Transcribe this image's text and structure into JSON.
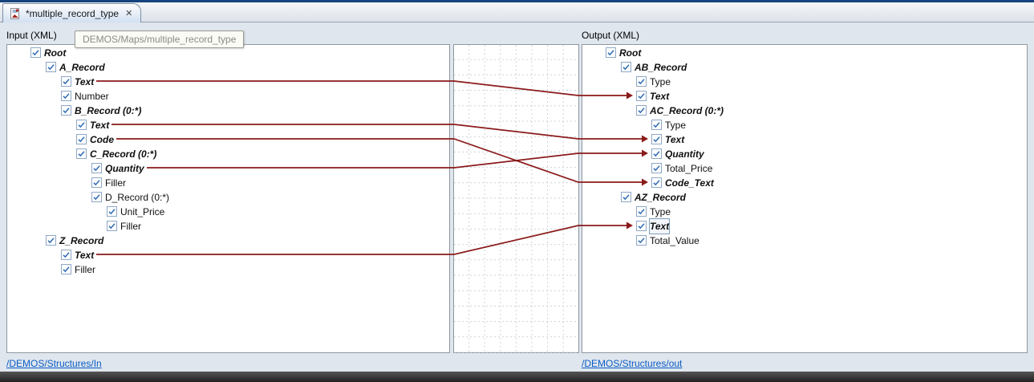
{
  "tab": {
    "title": "*multiple_record_type"
  },
  "icons": {
    "tab_close": "✕"
  },
  "tooltip": "DEMOS/Maps/multiple_record_type",
  "panels": {
    "input": {
      "label": "Input (XML)",
      "footer_link": "/DEMOS/Structures/In"
    },
    "output": {
      "label": "Output (XML)",
      "footer_link": "/DEMOS/Structures/out"
    }
  },
  "colors": {
    "mapping_line": "#8b1a1a",
    "link": "#0b5cc4",
    "tab_frame": "#16437e"
  },
  "input_tree": [
    {
      "label": "Root",
      "indent": 0,
      "bold": true
    },
    {
      "label": "A_Record",
      "indent": 1,
      "bold": true
    },
    {
      "label": "Text",
      "indent": 2,
      "bold": true,
      "mapped": true
    },
    {
      "label": "Number",
      "indent": 2,
      "bold": false
    },
    {
      "label": "B_Record (0:*)",
      "indent": 2,
      "bold": true
    },
    {
      "label": "Text",
      "indent": 3,
      "bold": true,
      "mapped": true
    },
    {
      "label": "Code",
      "indent": 3,
      "bold": true,
      "mapped": true
    },
    {
      "label": "C_Record (0:*)",
      "indent": 3,
      "bold": true
    },
    {
      "label": "Quantity",
      "indent": 4,
      "bold": true,
      "mapped": true
    },
    {
      "label": "Filler",
      "indent": 4,
      "bold": false
    },
    {
      "label": "D_Record (0:*)",
      "indent": 4,
      "bold": false
    },
    {
      "label": "Unit_Price",
      "indent": 5,
      "bold": false
    },
    {
      "label": "Filler",
      "indent": 5,
      "bold": false
    },
    {
      "label": "Z_Record",
      "indent": 1,
      "bold": true
    },
    {
      "label": "Text",
      "indent": 2,
      "bold": true,
      "mapped": true
    },
    {
      "label": "Filler",
      "indent": 2,
      "bold": false
    }
  ],
  "output_tree": [
    {
      "label": "Root",
      "indent": 0,
      "bold": true
    },
    {
      "label": "AB_Record",
      "indent": 1,
      "bold": true
    },
    {
      "label": "Type",
      "indent": 2,
      "bold": false
    },
    {
      "label": "Text",
      "indent": 2,
      "bold": true,
      "arrow": true
    },
    {
      "label": "AC_Record (0:*)",
      "indent": 2,
      "bold": true
    },
    {
      "label": "Type",
      "indent": 3,
      "bold": false
    },
    {
      "label": "Text",
      "indent": 3,
      "bold": true,
      "arrow": true
    },
    {
      "label": "Quantity",
      "indent": 3,
      "bold": true,
      "arrow": true
    },
    {
      "label": "Total_Price",
      "indent": 3,
      "bold": false
    },
    {
      "label": "Code_Text",
      "indent": 3,
      "bold": true,
      "arrow": true
    },
    {
      "label": "AZ_Record",
      "indent": 1,
      "bold": true
    },
    {
      "label": "Type",
      "indent": 2,
      "bold": false
    },
    {
      "label": "Text",
      "indent": 2,
      "bold": true,
      "arrow": true,
      "selected": true
    },
    {
      "label": "Total_Value",
      "indent": 2,
      "bold": false
    }
  ],
  "mappings": [
    {
      "from": "Root/A_Record/Text",
      "to": "Root/AB_Record/Text",
      "from_row": 2,
      "to_row": 3
    },
    {
      "from": "Root/A_Record/B_Record/Text",
      "to": "Root/AB_Record/AC_Record/Text",
      "from_row": 5,
      "to_row": 6
    },
    {
      "from": "Root/A_Record/B_Record/Code",
      "to": "Root/AB_Record/AC_Record/Code_Text",
      "from_row": 6,
      "to_row": 9
    },
    {
      "from": "Root/A_Record/B_Record/C_Record/Quantity",
      "to": "Root/AB_Record/AC_Record/Quantity",
      "from_row": 8,
      "to_row": 7
    },
    {
      "from": "Root/Z_Record/Text",
      "to": "Root/AZ_Record/Text",
      "from_row": 14,
      "to_row": 12
    }
  ]
}
